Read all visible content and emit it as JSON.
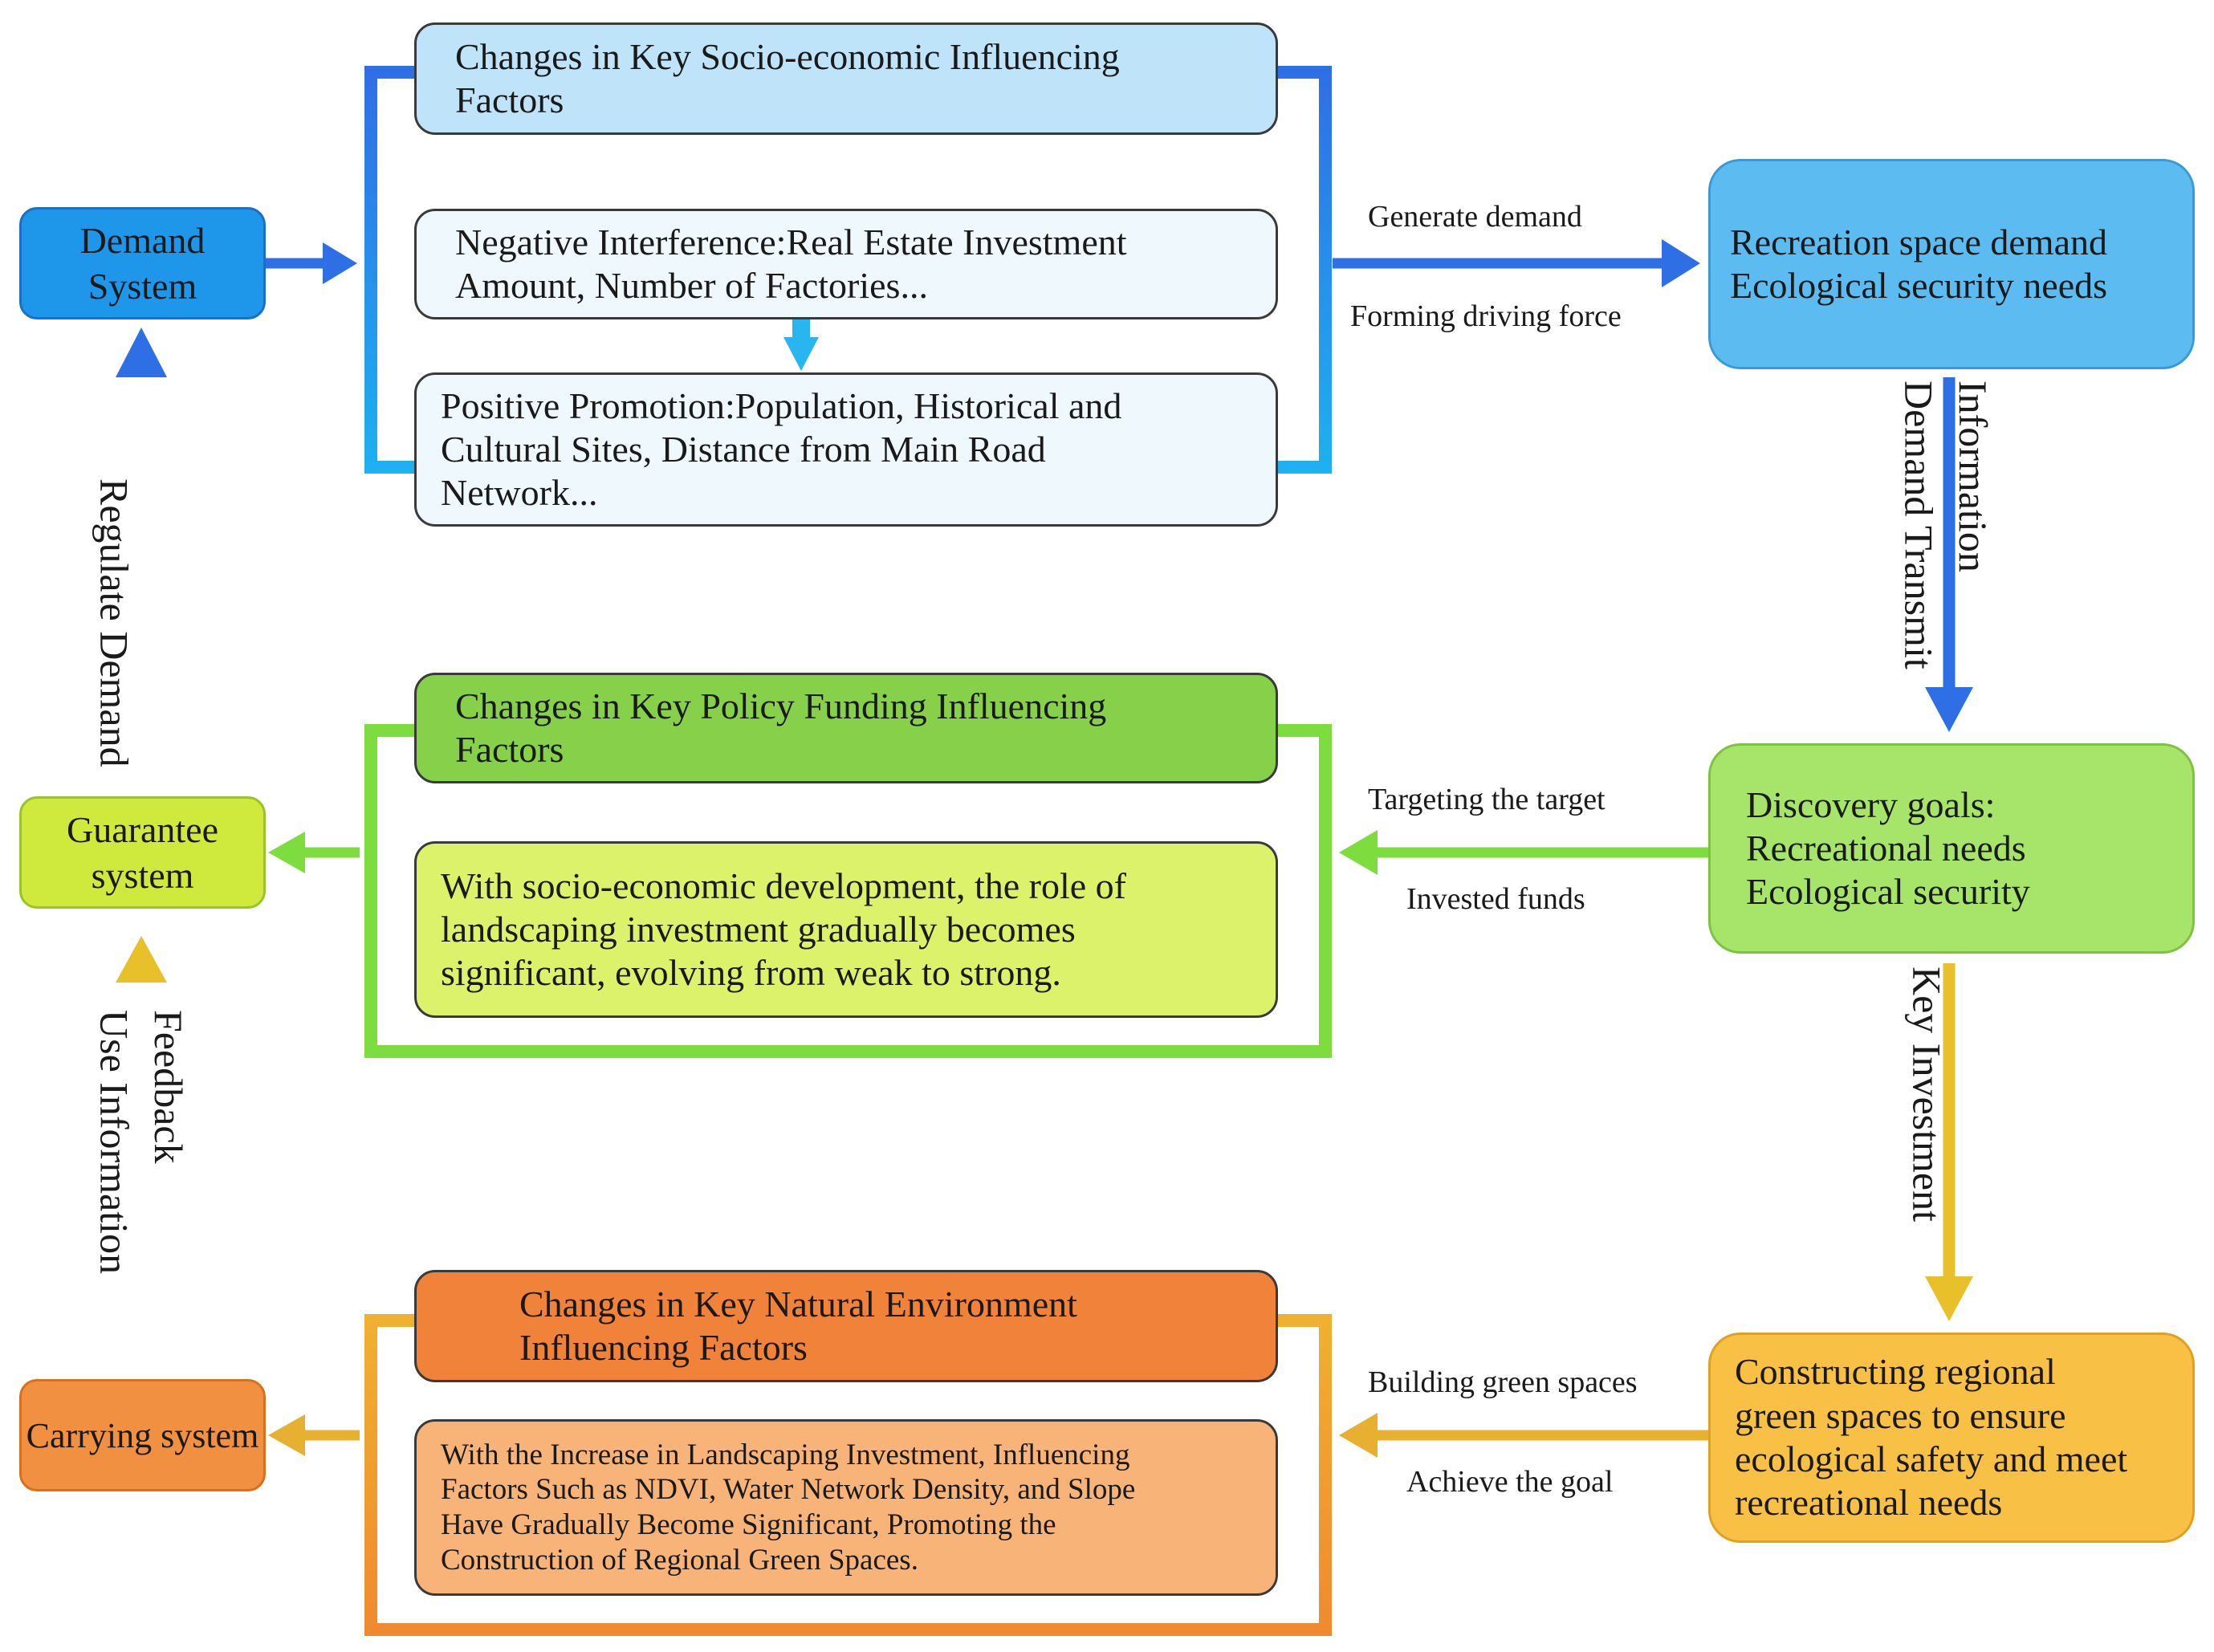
{
  "systems": {
    "demand": "Demand\nSystem",
    "guarantee": "Guarantee\nsystem",
    "carrying": "Carrying system"
  },
  "socio": {
    "title": "Changes in Key Socio-economic Influencing\nFactors",
    "negative": "Negative Interference:Real Estate Investment\nAmount, Number of Factories...",
    "positive": "Positive Promotion:Population, Historical and\nCultural Sites, Distance from Main Road\nNetwork..."
  },
  "policy": {
    "title": "Changes in Key Policy Funding Influencing\nFactors",
    "body": "With socio-economic development, the role of\nlandscaping investment gradually becomes\nsignificant, evolving from weak to strong."
  },
  "natural": {
    "title": "Changes in Key Natural Environment\nInfluencing Factors",
    "body": "With the Increase in Landscaping Investment, Influencing\nFactors Such as NDVI, Water Network Density, and Slope\nHave Gradually Become Significant, Promoting the\nConstruction of Regional Green Spaces."
  },
  "right": {
    "recreation": "Recreation space demand\nEcological security needs",
    "discovery": "Discovery goals:\nRecreational needs\nEcological security",
    "constructing": "Constructing regional\ngreen spaces to ensure\necological safety and meet\nrecreational needs"
  },
  "labels": {
    "generate_demand": "Generate demand",
    "forming_driving_force": "Forming driving force",
    "targeting_target": "Targeting the target",
    "invested_funds": "Invested funds",
    "building_green_spaces": "Building green spaces",
    "achieve_goal": "Achieve the goal",
    "information_demand_transmit": "Information\nDemand Transmit",
    "key_investment": "Key Investment",
    "regulate_demand": "Regulate Demand",
    "feedback_use_information": "Feedback\nUse Information"
  },
  "colors": {
    "blue": "#2f7ee8",
    "light_blue": "#1eb0f0",
    "green": "#7ddc3e",
    "yellow": "#e8c02a",
    "orange": "#f0963c"
  }
}
